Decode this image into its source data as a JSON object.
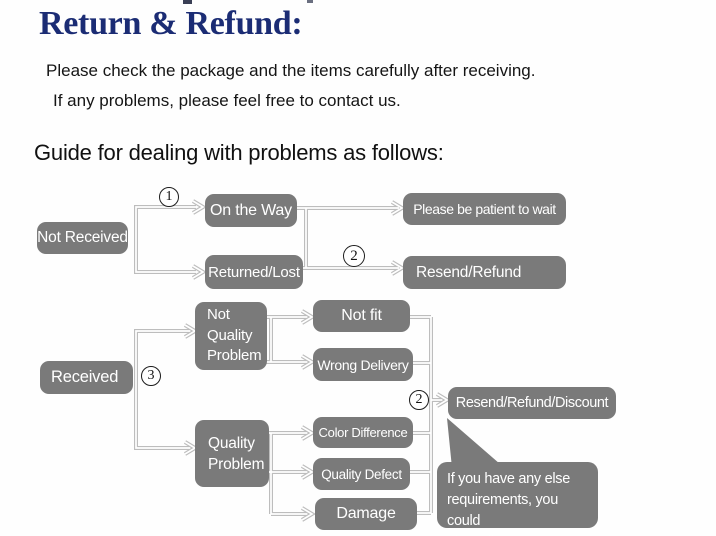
{
  "header": {
    "title": "Return & Refund:",
    "intro_line_1": "Please check the package and the items carefully after receiving.",
    "intro_line_2": "If any problems, please feel free to contact us.",
    "guide_heading": "Guide for dealing with problems as follows:"
  },
  "colors": {
    "title_navy": "#1b2c74",
    "node_gray": "#7a7a7a",
    "node_text_white": "#ffffff",
    "connector_gray": "#bdbdbd",
    "body_text_black": "#151515"
  },
  "flowchart": {
    "markers": {
      "one": "1",
      "two": "2",
      "three": "3"
    },
    "nodes": {
      "not_received": "Not Received",
      "on_the_way": "On the Way",
      "returned_lost": "Returned/Lost",
      "please_wait": "Please be patient to wait",
      "resend_refund": "Resend/Refund",
      "received": "Received",
      "not_quality_problem": "Not\nQuality\nProblem",
      "quality_problem": "Quality\nProblem",
      "not_fit": "Not fit",
      "wrong_delivery": "Wrong Delivery",
      "color_difference": "Color Difference",
      "quality_defect": "Quality Defect",
      "damage": "Damage",
      "resend_refund_discount": "Resend/Refund/Discount"
    },
    "note": "If you have any else\nrequirements, you could\nalso tell us!",
    "edges": [
      "Not Received -> On the Way (step 1)",
      "Not Received -> Returned/Lost",
      "On the Way -> Please be patient to wait",
      "Returned/Lost -> Resend/Refund (step 2)",
      "Received -> Not Quality Problem (step 3)",
      "Received -> Quality Problem (step 3)",
      "Not Quality Problem -> Not fit",
      "Not Quality Problem -> Wrong Delivery",
      "Quality Problem -> Color Difference",
      "Quality Problem -> Quality Defect",
      "Quality Problem -> Damage",
      "Not fit / Wrong Delivery / Color Difference / Quality Defect / Damage -> Resend/Refund/Discount (step 2)"
    ]
  },
  "icons": {
    "arrowhead": "open right chevron",
    "note_tail": "speech-bubble tail"
  }
}
